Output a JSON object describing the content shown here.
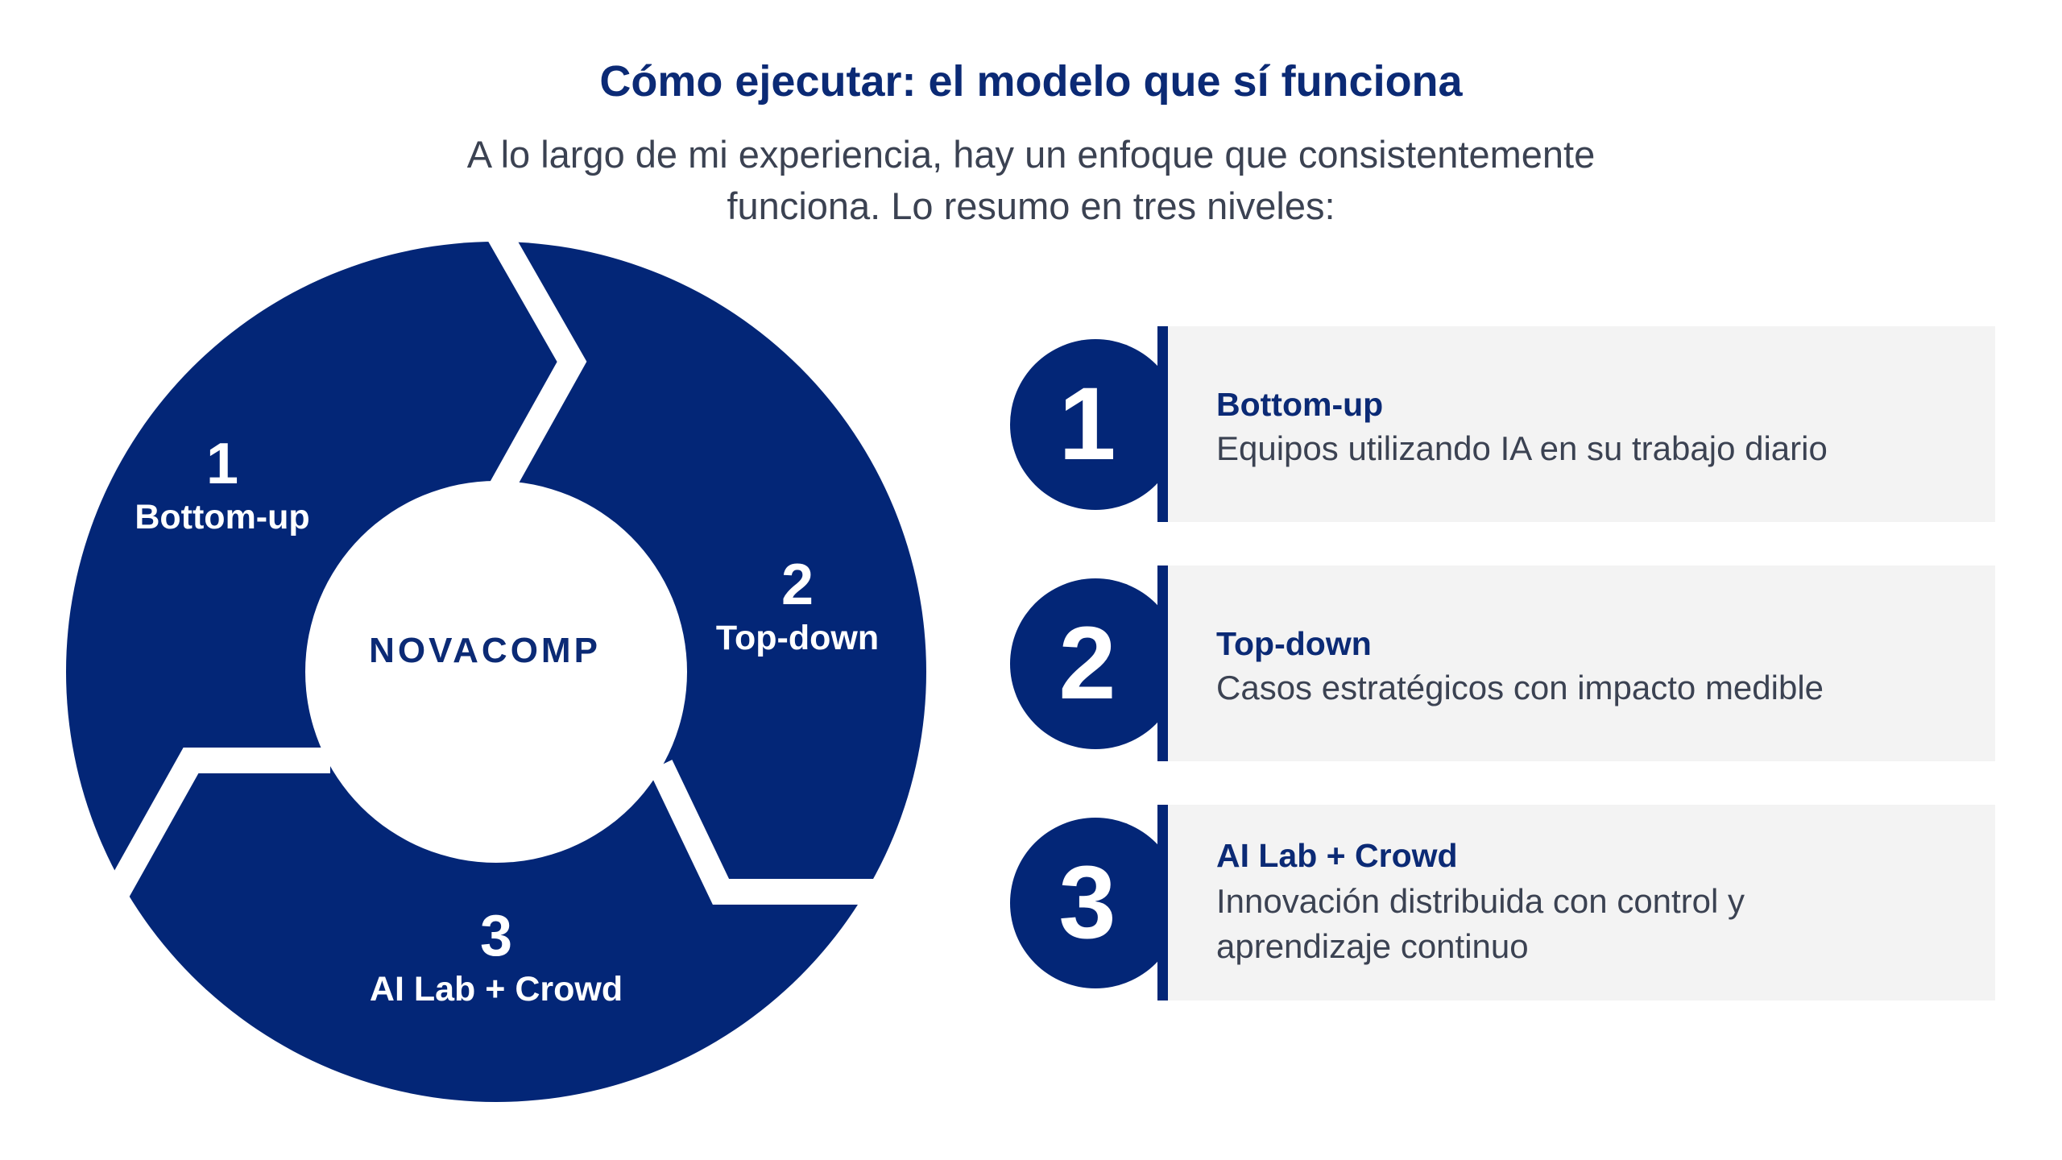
{
  "header": {
    "title": "Cómo ejecutar: el modelo que sí funciona",
    "subtitle": "A lo largo de mi experiencia, hay un enfoque que consistentemente funciona. Lo resumo en tres niveles:"
  },
  "ring": {
    "logo": "NOVACOMP",
    "color": "#032677",
    "segments": [
      {
        "number": "1",
        "label": "Bottom-up"
      },
      {
        "number": "2",
        "label": "Top-down"
      },
      {
        "number": "3",
        "label": "AI Lab + Crowd"
      }
    ]
  },
  "cards": [
    {
      "number": "1",
      "title": "Bottom-up",
      "desc": "Equipos utilizando IA en su trabajo diario"
    },
    {
      "number": "2",
      "title": "Top-down",
      "desc": "Casos estratégicos con impacto medible"
    },
    {
      "number": "3",
      "title": "AI Lab + Crowd",
      "desc": "Innovación distribuida con control y aprendizaje continuo"
    }
  ]
}
